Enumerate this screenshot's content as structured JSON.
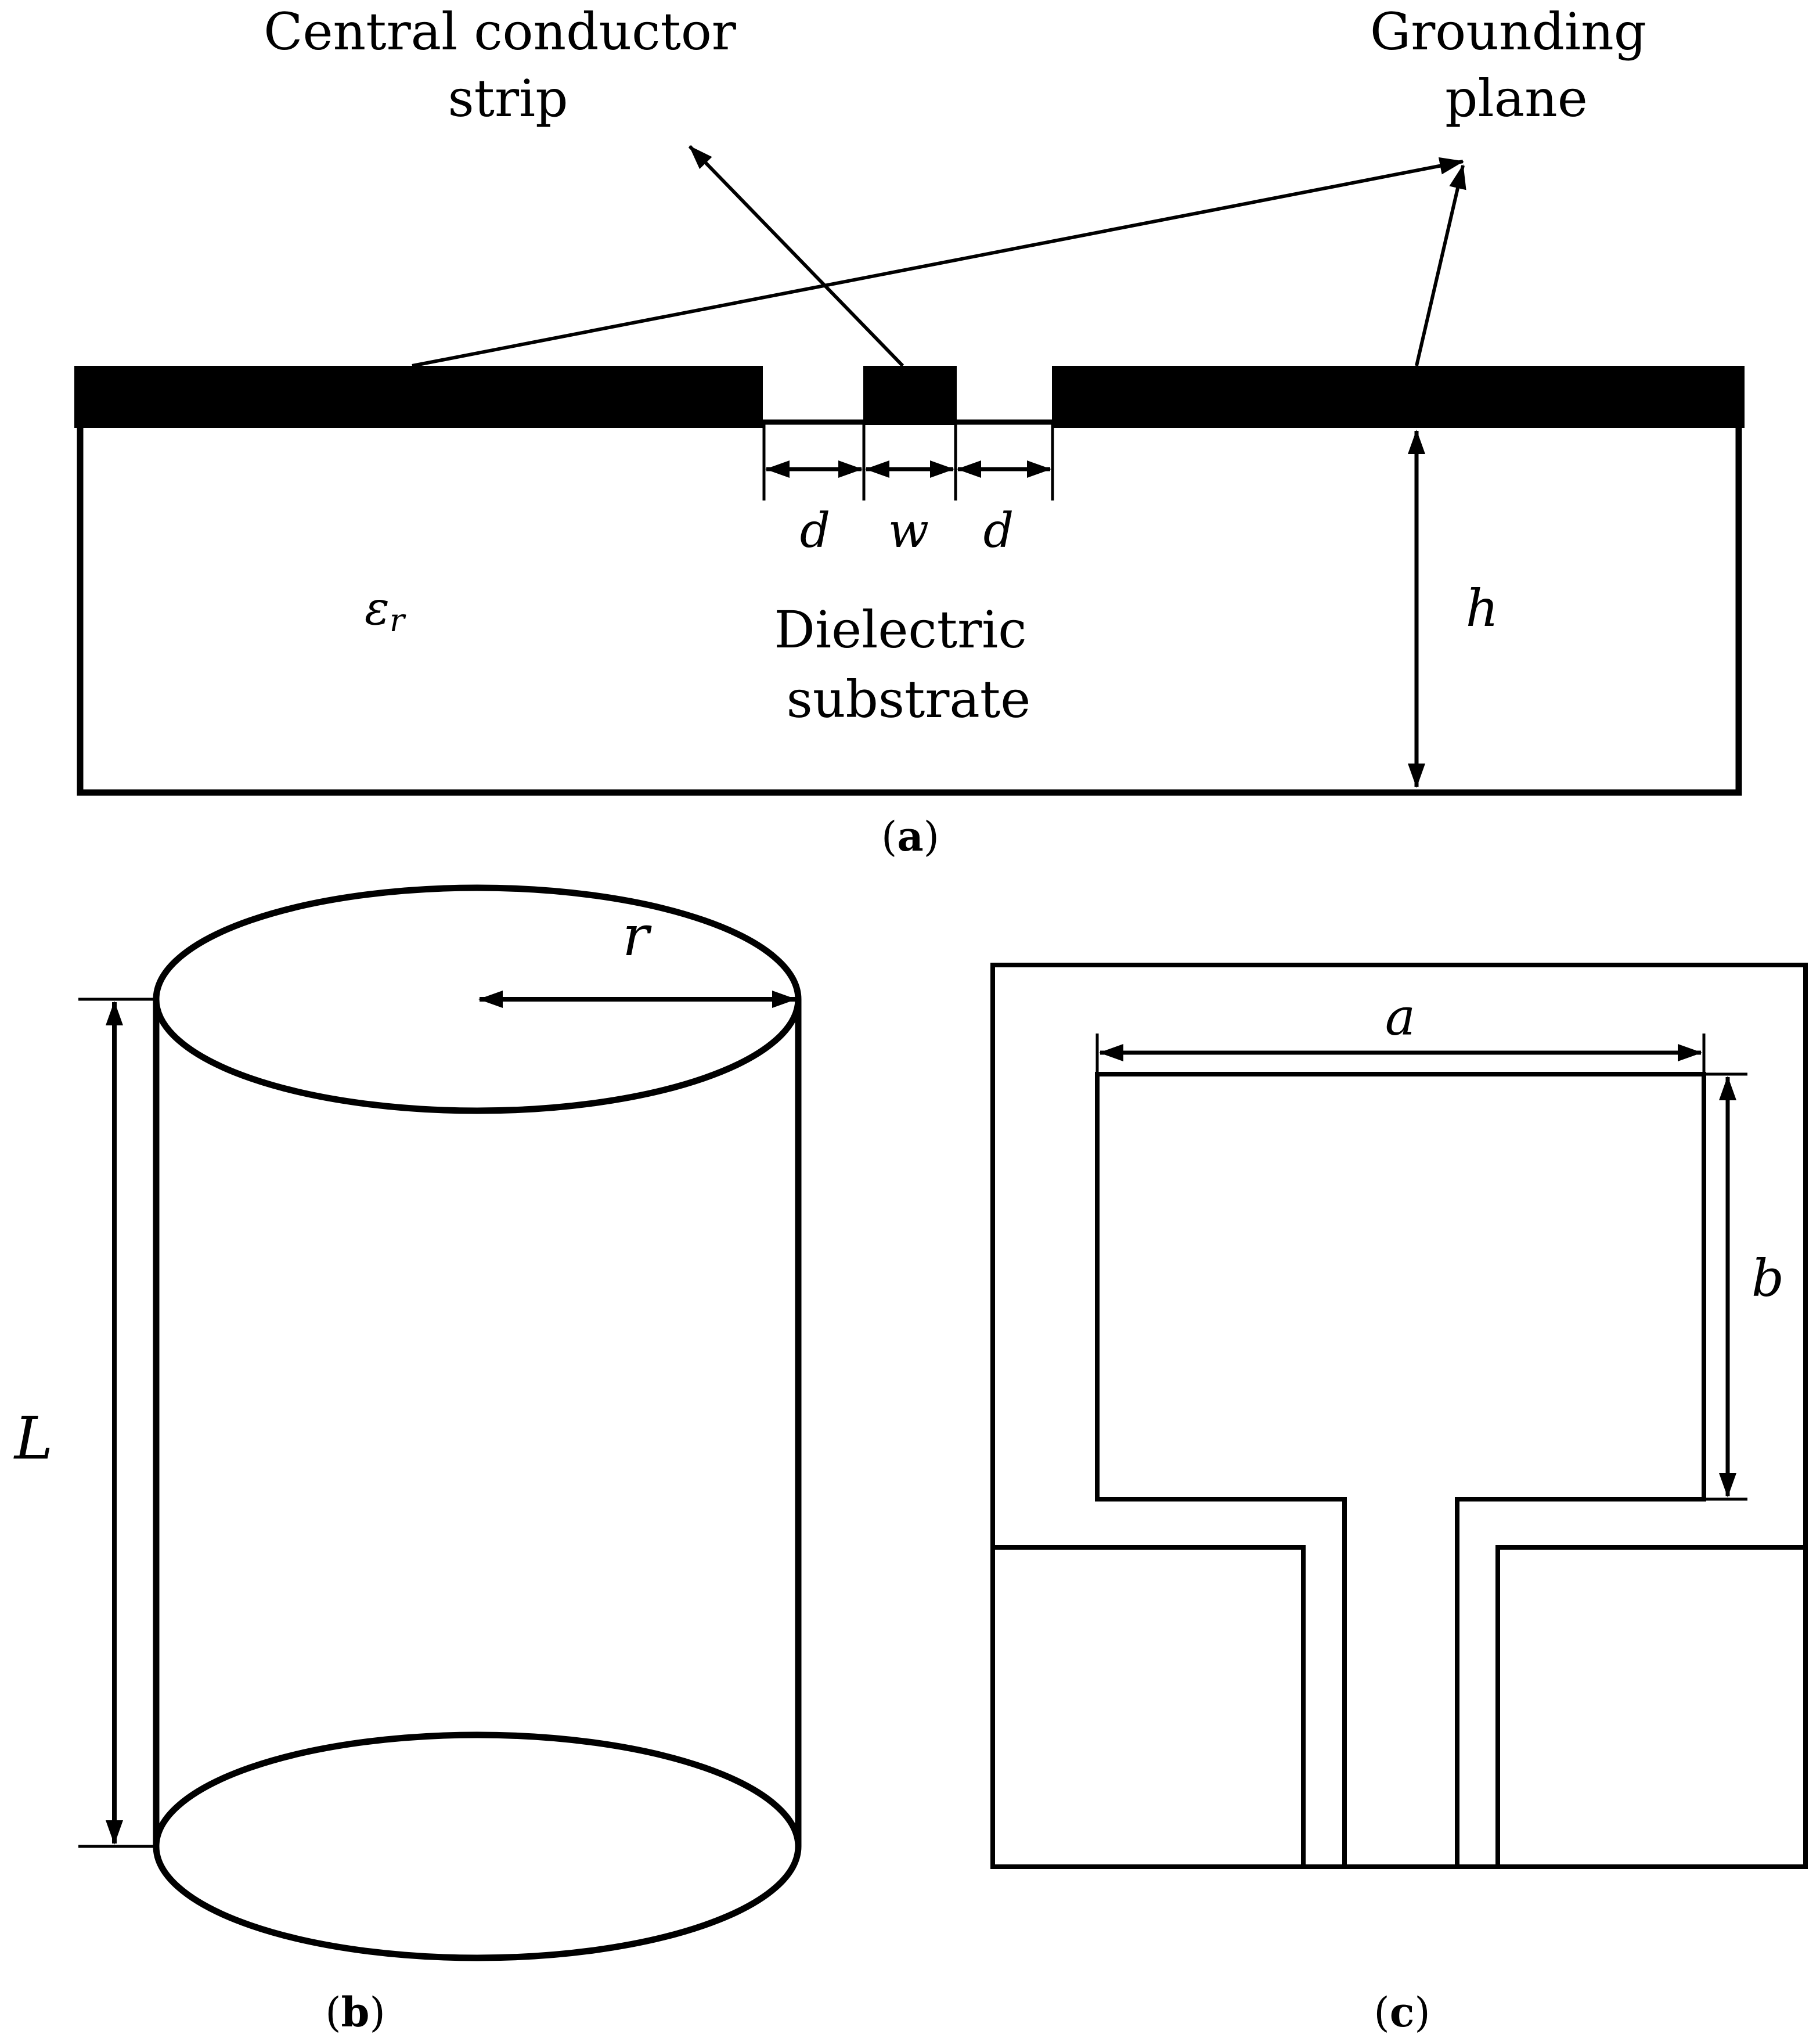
{
  "figure": {
    "colors": {
      "ink": "#000000",
      "paper": "#ffffff"
    },
    "panel_a": {
      "label": {
        "open": "(",
        "letter": "a",
        "close": ")"
      },
      "central_conductor_label": [
        "Central conductor",
        "strip"
      ],
      "ground_plane_label": [
        "Grounding",
        "plane"
      ],
      "substrate_label": [
        "Dielectric",
        "substrate"
      ],
      "permittivity_symbol": "ε",
      "permittivity_subscript": "r",
      "dimensions": {
        "gap_left": "d",
        "strip_width": "w",
        "gap_right": "d",
        "height": "h"
      }
    },
    "panel_b": {
      "label": {
        "open": "(",
        "letter": "b",
        "close": ")"
      },
      "dimensions": {
        "radius": "r",
        "length": "L"
      }
    },
    "panel_c": {
      "label": {
        "open": "(",
        "letter": "c",
        "close": ")"
      },
      "dimensions": {
        "width": "a",
        "height": "b"
      }
    }
  }
}
